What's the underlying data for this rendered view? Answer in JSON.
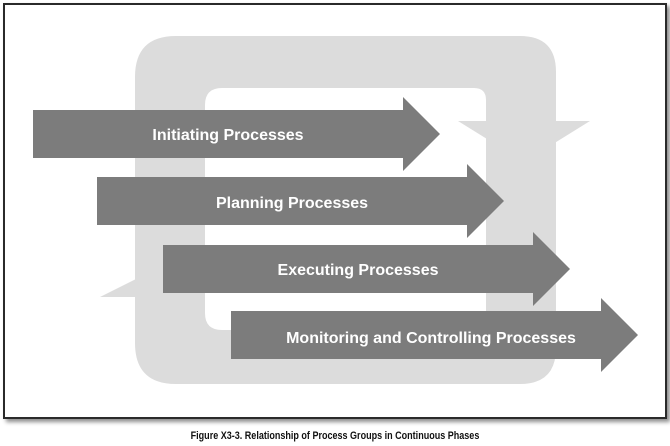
{
  "figure": {
    "caption": "Figure X3-3. Relationship of Process Groups in Continuous Phases"
  },
  "diagram": {
    "loop_color": "#dcdcdc",
    "arrow_color": "#7c7c7c",
    "label_color": "#ffffff",
    "process_groups": [
      {
        "label": "Initiating Processes"
      },
      {
        "label": "Planning Processes"
      },
      {
        "label": "Executing Processes"
      },
      {
        "label": "Monitoring and Controlling Processes"
      }
    ]
  }
}
